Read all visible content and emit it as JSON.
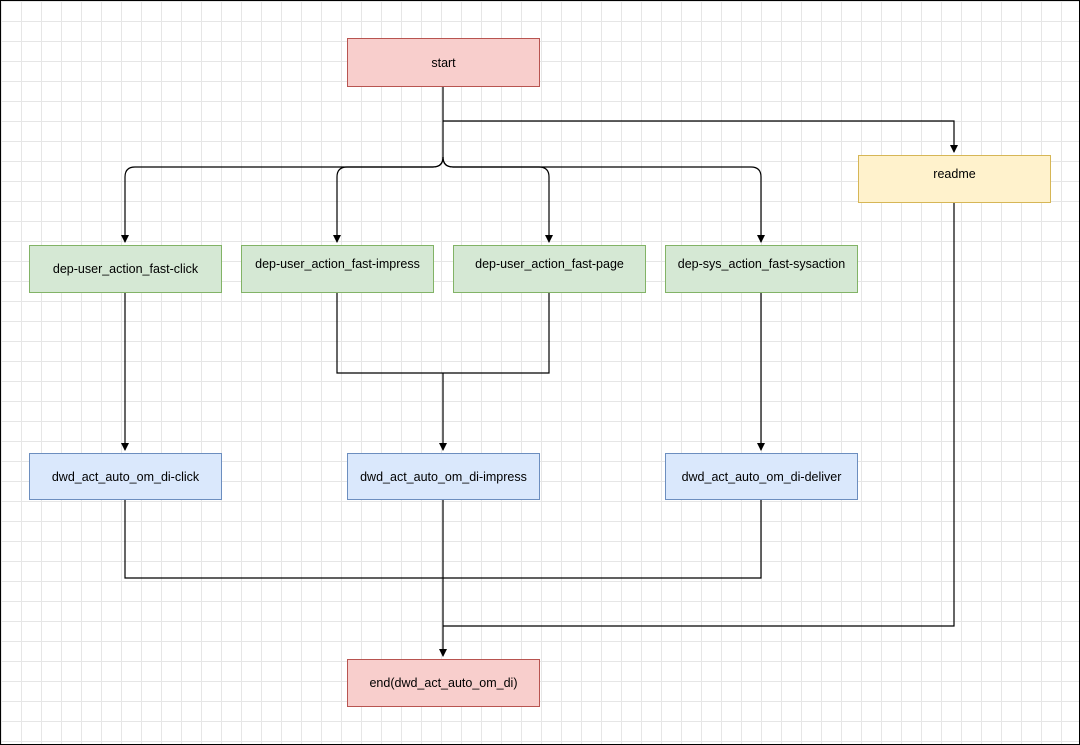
{
  "nodes": {
    "start": "start",
    "readme": "readme",
    "dep_click": "dep-user_action_fast-click",
    "dep_impress": "dep-user_action_fast-impress",
    "dep_page": "dep-user_action_fast-page",
    "dep_sysaction": "dep-sys_action_fast-sysaction",
    "dwd_click": "dwd_act_auto_om_di-click",
    "dwd_impress": "dwd_act_auto_om_di-impress",
    "dwd_deliver": "dwd_act_auto_om_di-deliver",
    "end": "end(dwd_act_auto_om_di)"
  },
  "colors": {
    "pink_fill": "#f8cecc",
    "pink_stroke": "#b85450",
    "green_fill": "#d5e8d4",
    "green_stroke": "#82b366",
    "blue_fill": "#dae8fc",
    "blue_stroke": "#6c8ebf",
    "yellow_fill": "#fff2cc",
    "yellow_stroke": "#d6b656",
    "edge": "#000000"
  }
}
